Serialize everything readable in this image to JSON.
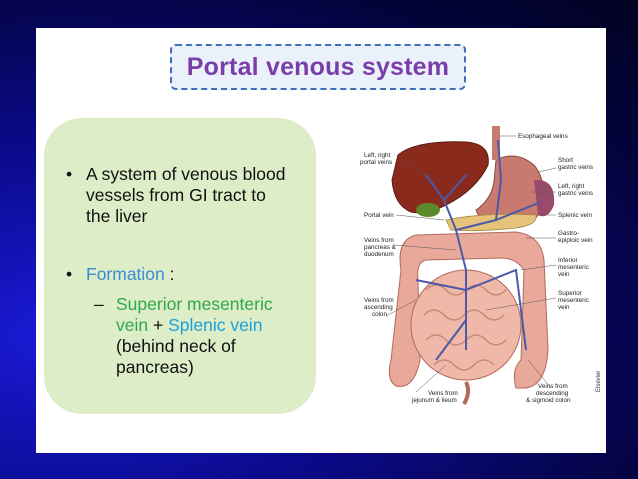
{
  "slide": {
    "title": "Portal venous system",
    "bullets": {
      "b1_lines": [
        "A system of venous blood",
        "vessels from GI tract to",
        "the liver"
      ],
      "b2_label": "Formation",
      "b2_colon": " :",
      "sub_dash": "–",
      "sub_green_1": "Superior mesenteric",
      "sub_green_2": "vein",
      "sub_plus": " + ",
      "sub_blue": "Splenic vein",
      "sub_line3": "(behind neck of",
      "sub_line4": "pancreas)"
    },
    "bullet_glyph": "•"
  },
  "diagram": {
    "labels": {
      "esophageal": "Esophageal veins",
      "left_right_portal_1": "Left, right",
      "left_right_portal_2": "portal veins",
      "short_gastric_1": "Short",
      "short_gastric_2": "gastric veins",
      "lr_gastric_1": "Left, right",
      "lr_gastric_2": "gastric veins",
      "splenic": "Splenic vein",
      "portal": "Portal vein",
      "gastro_1": "Gastro-",
      "gastro_2": "epiploic vein",
      "pancreas_1": "Veins from",
      "pancreas_2": "pancreas &",
      "pancreas_3": "duodenum",
      "inf_mes_1": "Inferior",
      "inf_mes_2": "mesenteric",
      "inf_mes_3": "vein",
      "asc_colon_1": "Veins from",
      "asc_colon_2": "ascending",
      "asc_colon_3": "colon",
      "sup_mes_1": "Superior",
      "sup_mes_2": "mesenteric",
      "sup_mes_3": "vein",
      "jejunum_1": "Veins from",
      "jejunum_2": "jejunum & ileum",
      "desc_colon_1": "Veins from",
      "desc_colon_2": "descending",
      "desc_colon_3": "& sigmoid colon",
      "credit": "Elsevier"
    },
    "colors": {
      "liver": "#8a2a1c",
      "stomach": "#c97a6e",
      "intestine": "#e8a99a",
      "gallbladder": "#5a8a2a",
      "veins": "#4a5aa8"
    }
  }
}
